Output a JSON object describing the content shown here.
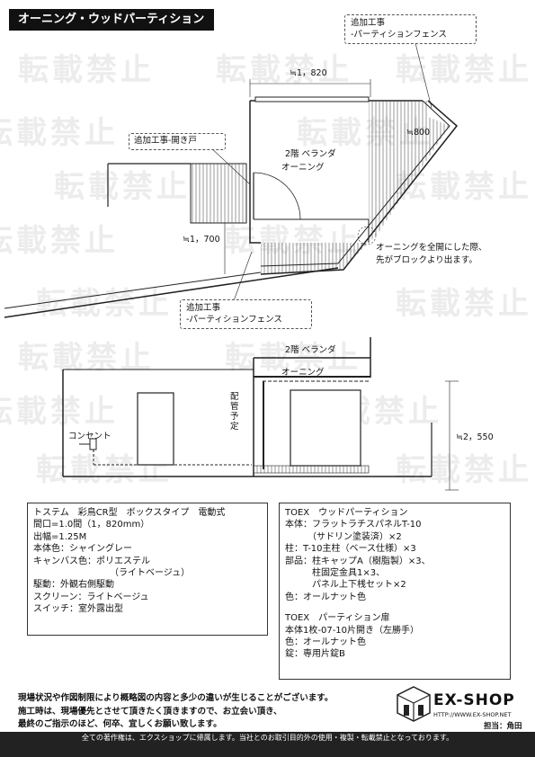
{
  "header": {
    "title": "オーニング・ウッドパーティション"
  },
  "watermark": {
    "text": "転載禁止"
  },
  "plan": {
    "notes": {
      "fence_top": [
        "追加工事",
        "-パーティションフェンス"
      ],
      "door": "追加工事-開き戸",
      "fence_bottom": [
        "追加工事",
        "-パーティションフェンス"
      ],
      "awning_note": [
        "オーニングを全開にした際、",
        "先がブロックより出ます。"
      ]
    },
    "dims": {
      "width": "≒1，820",
      "depth": "≒1，700",
      "side": "≒800"
    },
    "labels": {
      "veranda": "2階 ベランダ",
      "awning": "オーニング"
    }
  },
  "elevation": {
    "labels": {
      "veranda": "2階 ベランダ",
      "awning": "オーニング",
      "piping": "配管予定",
      "outlet": "コンセント"
    },
    "dims": {
      "height": "≒2，550"
    }
  },
  "spec_left": {
    "lines": [
      "トステム　彩鳥CR型　ボックスタイプ　電動式",
      "間口=1.0間（1，820mm）",
      "出幅=1.25M",
      "本体色：シャイングレー",
      "キャンバス色：ポリエステル",
      "　　　　　　　　　（ライトベージュ）",
      "駆動：外観右側駆動",
      "スクリーン：ライトベージュ",
      "スイッチ：室外露出型"
    ]
  },
  "spec_right": {
    "lines": [
      "TOEX　ウッドパーティション",
      "本体：フラットラチスパネルT-10",
      "　　　（サドリン塗装済）×2",
      "柱：T-10主柱（ベース仕様）×3",
      "部品：柱キャップA（樹脂製）×3、",
      "　　　柱固定金具1×3、",
      "　　　パネル上下桟セット×2",
      "色：オールナット色"
    ],
    "lines2": [
      "TOEX　パーティション扉",
      "本体1枚-07-10片開き（左勝手）",
      "色：オールナット色",
      "錠：専用片錠B"
    ]
  },
  "notice": {
    "lines": [
      "現場状況や作図制限により概略図の内容と多少の違いが生じることがございます。",
      "施工時は、現場優先とさせて頂きたく頂きますので、お立会い頂き、",
      "最終のご指示のほど、何卒、宜しくお願い致します。"
    ]
  },
  "brand": {
    "name": "EX-SHOP",
    "url": "HTTP://WWW.EX-SHOP.NET",
    "staff": "担当：角田"
  },
  "footer": {
    "text": "全ての著作権は、エクスショップに帰属します。当社とのお取引目的外の使用・複製・転載禁止となっております。"
  }
}
